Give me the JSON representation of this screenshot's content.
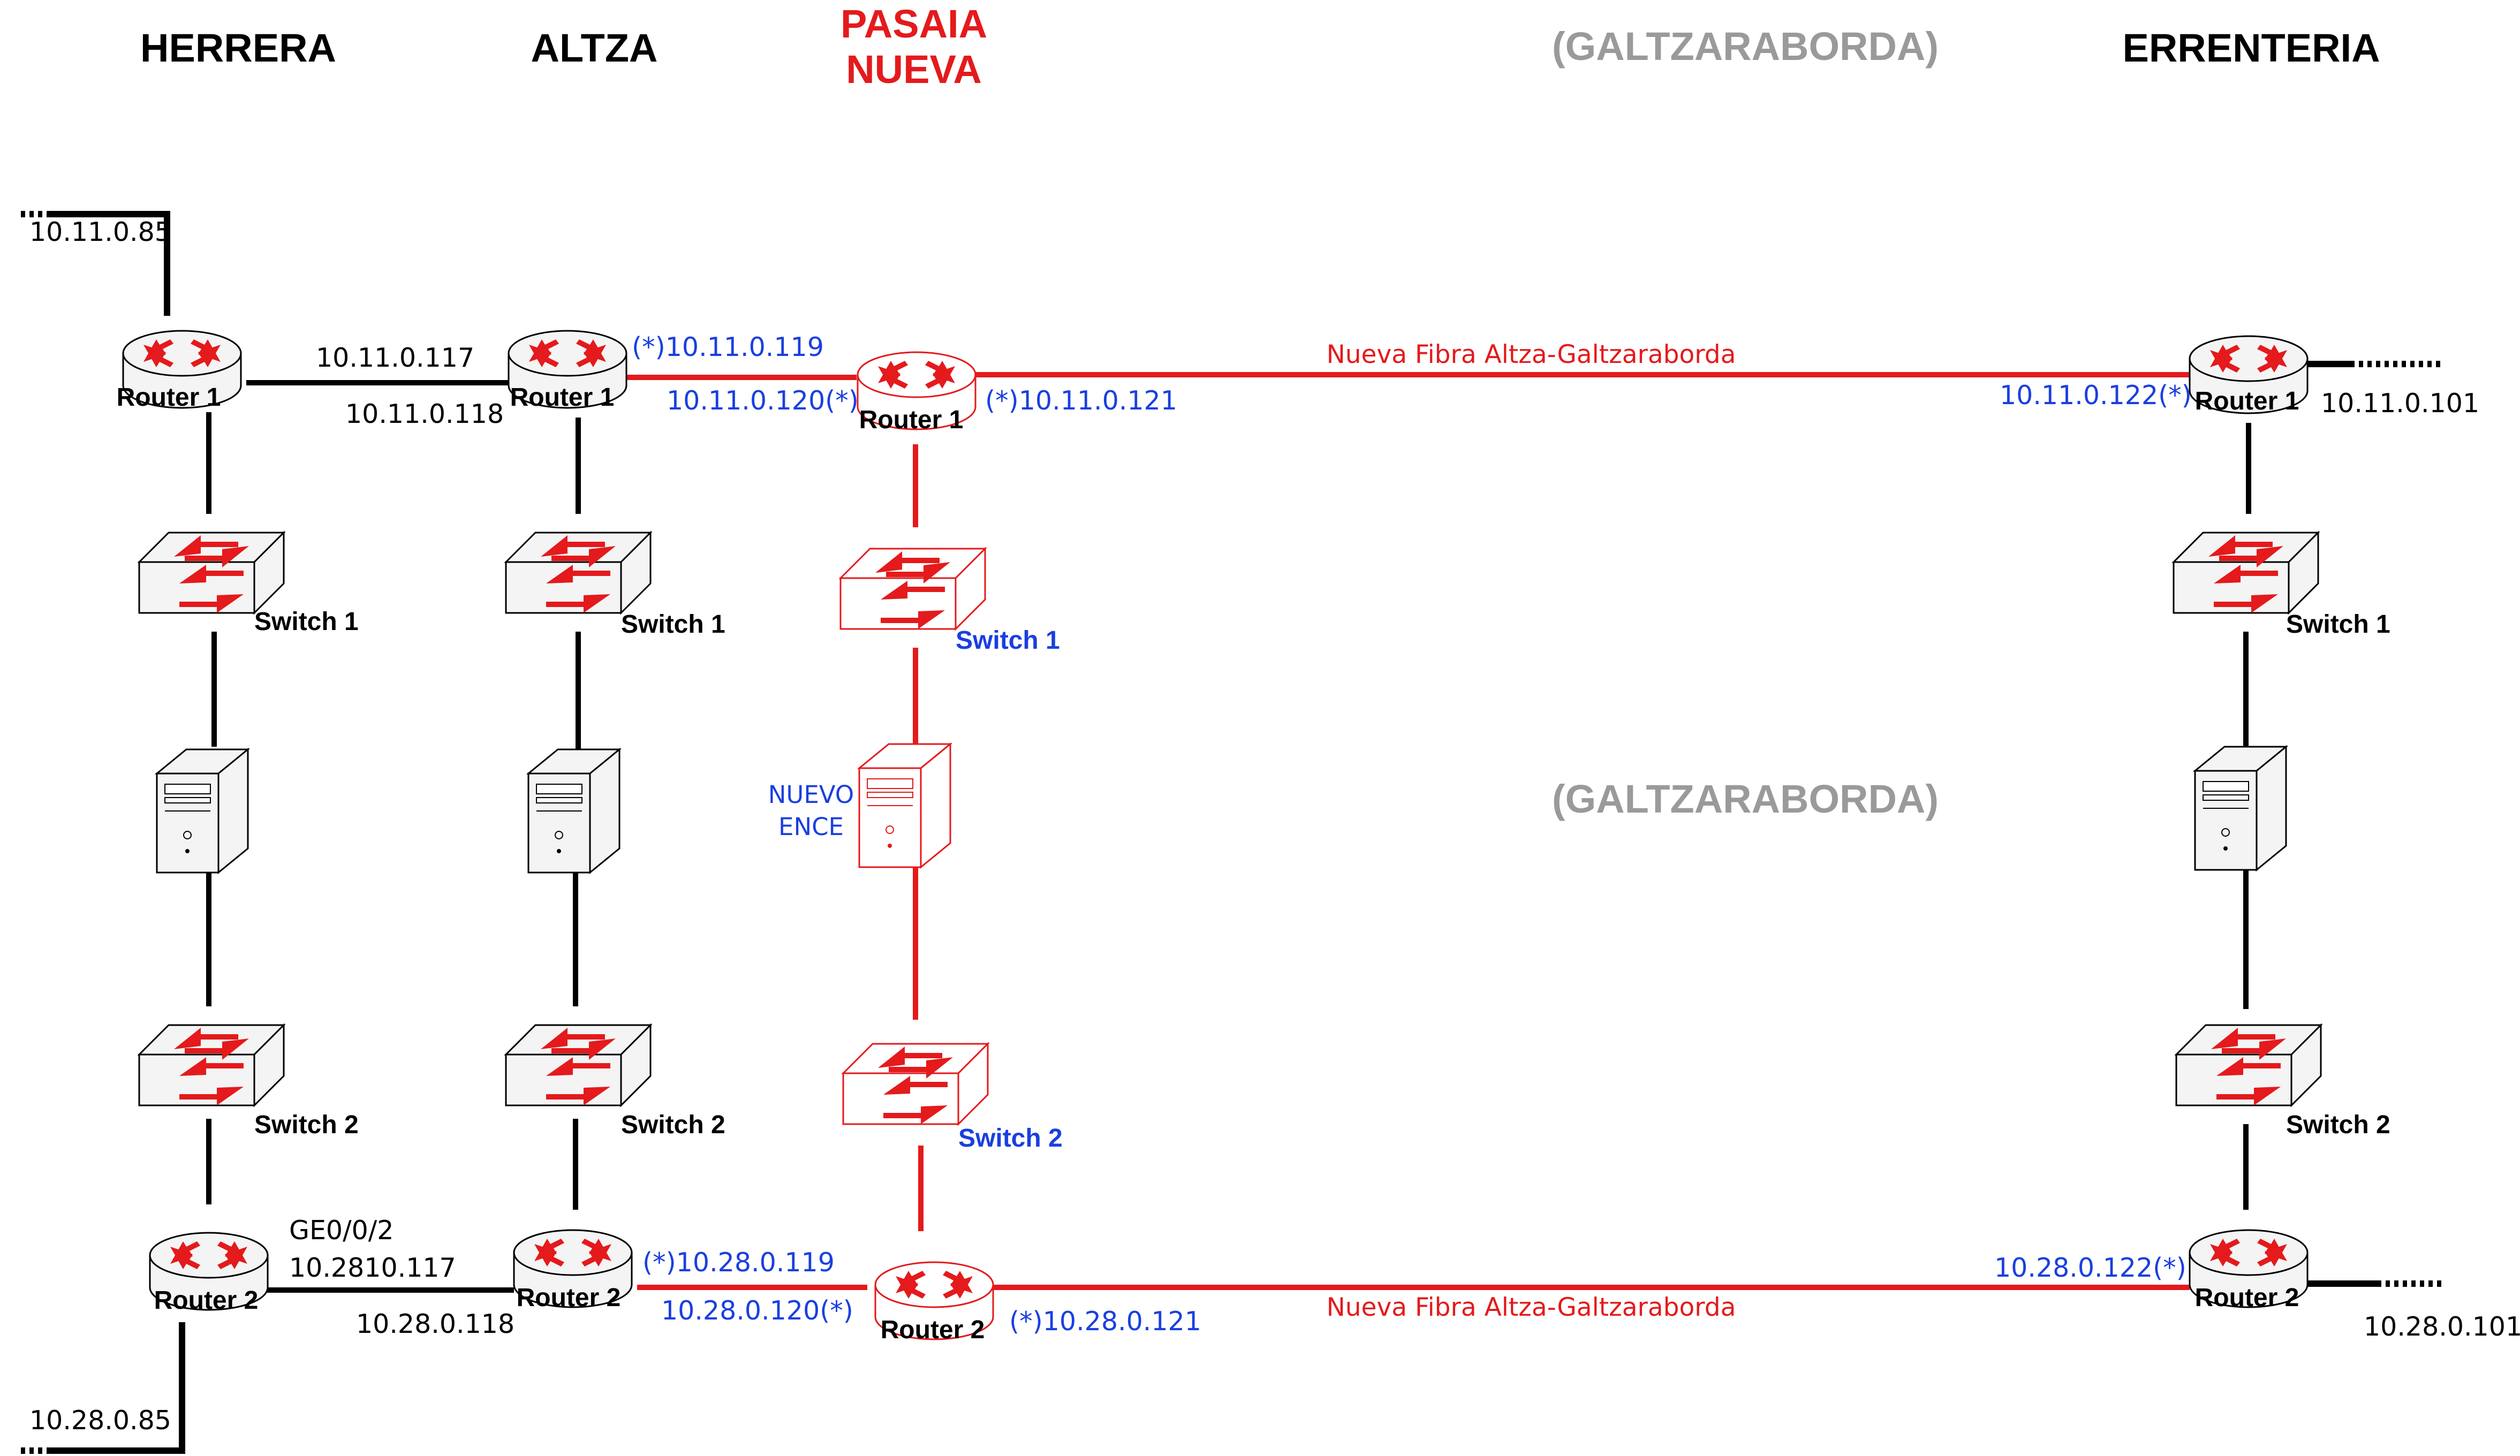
{
  "colors": {
    "black": "#000000",
    "red": "#e41a1c",
    "blue": "#1a3fe0",
    "gray": "#9a9a9a",
    "device_fill": "#f4f4f4"
  },
  "sites": {
    "herrera": "HERRERA",
    "altza": "ALTZA",
    "pasaia_line1": "PASAIA",
    "pasaia_line2": "NUEVA",
    "galtzaraborda": "(GALTZARABORDA)",
    "galtzaraborda_mid": "(GALTZARABORDA)",
    "errenteria": "ERRENTERIA"
  },
  "devices": {
    "router1": "Router 1",
    "router2": "Router 2",
    "switch1": "Switch 1",
    "switch2": "Switch 2"
  },
  "server_new": {
    "line1": "NUEVO",
    "line2": "ENCE"
  },
  "fibra_label": "Nueva Fibra Altza-Galtzaraborda",
  "ips": {
    "herrera_uplink_r1": "10.11.0.85",
    "herrera_r1_altza": "10.11.0.117",
    "altza_r1_herrera": "10.11.0.118",
    "altza_r1_pasaia": "(*)10.11.0.119",
    "pasaia_r1_altza": "10.11.0.120(*)",
    "pasaia_r1_east": "(*)10.11.0.121",
    "errenteria_r1_west": "10.11.0.122(*)",
    "errenteria_r1_uplink": "10.11.0.101",
    "herrera_r2_port": "GE0/0/2",
    "herrera_r2_altza": "10.2810.117",
    "altza_r2_herrera": "10.28.0.118",
    "altza_r2_pasaia": "(*)10.28.0.119",
    "pasaia_r2_altza": "10.28.0.120(*)",
    "pasaia_r2_east": "(*)10.28.0.121",
    "errenteria_r2_west": "10.28.0.122(*)",
    "errenteria_r2_uplink": "10.28.0.101",
    "herrera_uplink_r2": "10.28.0.85"
  }
}
